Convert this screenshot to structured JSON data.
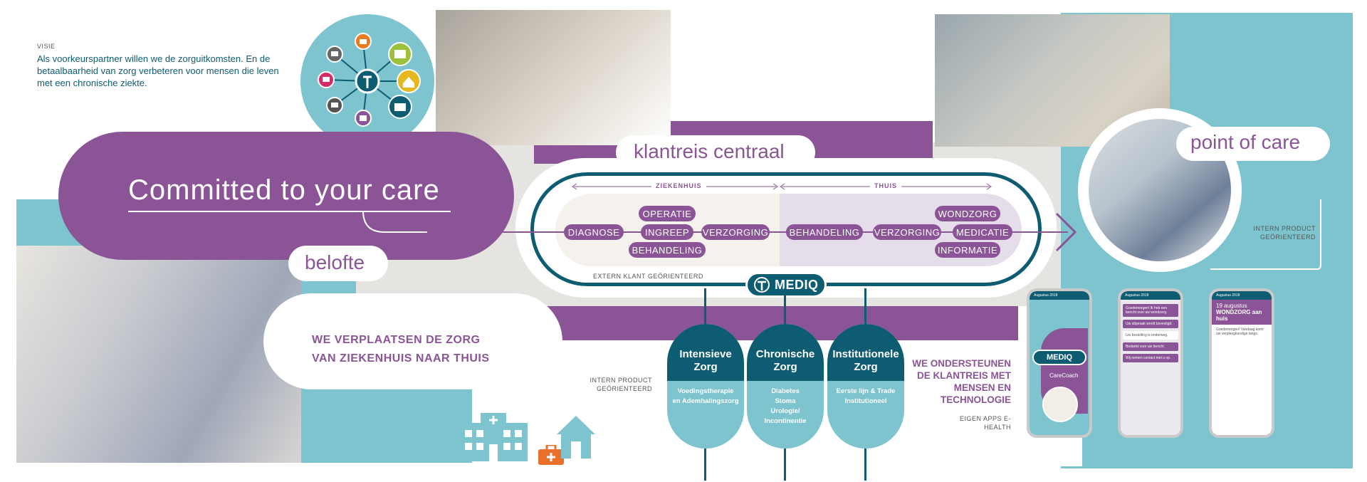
{
  "vision": {
    "label": "VISIE",
    "text": "Als voorkeurspartner willen we de zorguitkomsten. En de betaalbaarheid van zorg verbeteren voor mensen die leven met een chronische ziekte."
  },
  "tagline": "Committed to your care",
  "belofte": "belofte",
  "klantreis": "klantreis centraal",
  "point_of_care": "point of care",
  "flow": {
    "ziekenhuis": "ZIEKENHUIS",
    "thuis": "THUIS",
    "hospital_steps": [
      "DIAGNOSE",
      "INGREEP",
      "VERZORGING"
    ],
    "operatie": "OPERATIE",
    "behandeling_top": "BEHANDELING",
    "home_steps": [
      "BEHANDELING",
      "VERZORGING",
      "MEDICATIE"
    ],
    "wondzorg": "WONDZORG",
    "informatie": "INFORMATIE",
    "extern": "EXTERN KLANT GEÖRIENTEERD"
  },
  "logo": "MEDIQ",
  "zorg_heading": "WE VERPLAATSEN DE ZORG VAN ZIEKENHUIS NAAR THUIS",
  "intern_left": "INTERN PRODUCT GEÖRIENTEERD",
  "intern_right": "INTERN PRODUCT GEÖRIENTEERD",
  "columns": [
    {
      "title": "Intensieve\nZorg",
      "body": "Voedingstherapie\nen Ademhalingszorg"
    },
    {
      "title": "Chronische\nZorg",
      "body": "Diabetes\nStoma\nUrologie/\nIncontinentie"
    },
    {
      "title": "Institutionele\nZorg",
      "body": "Eerste lijn & Trade\nInstitutioneel"
    }
  ],
  "support": "WE ONDERSTEUNEN DE KLANTREIS MET MENSEN EN TECHNOLOGIE",
  "apps": "EIGEN APPS E-HEALTH",
  "phones": {
    "date": "Augustus 2018",
    "brand": "MEDIQ",
    "carecoach": "CareCoach",
    "p2_msgs": [
      "Goedemorgen! Ik heb een bericht over uw wondzorg.",
      "Uw afspraak wordt bevestigd.",
      "Uw bestelling is onderweg.",
      "Bedankt voor uw bericht.",
      "Wij nemen contact met u op."
    ],
    "p3_date": "19 augustus",
    "p3_title": "WONDZORG aan huis",
    "p3_text": "Goedemorgen! Vandaag komt uw verpleegkundige langs."
  },
  "colors": {
    "purple": "#8a5497",
    "teal": "#7dc4cf",
    "navy": "#0e5c72",
    "grey": "#e6e4e0"
  },
  "icons": [
    "patient-icon",
    "pharmacy-icon",
    "hospital-icon",
    "home-icon",
    "medical-bag-icon",
    "factory-icon",
    "gift-icon",
    "cross-logo-icon"
  ]
}
